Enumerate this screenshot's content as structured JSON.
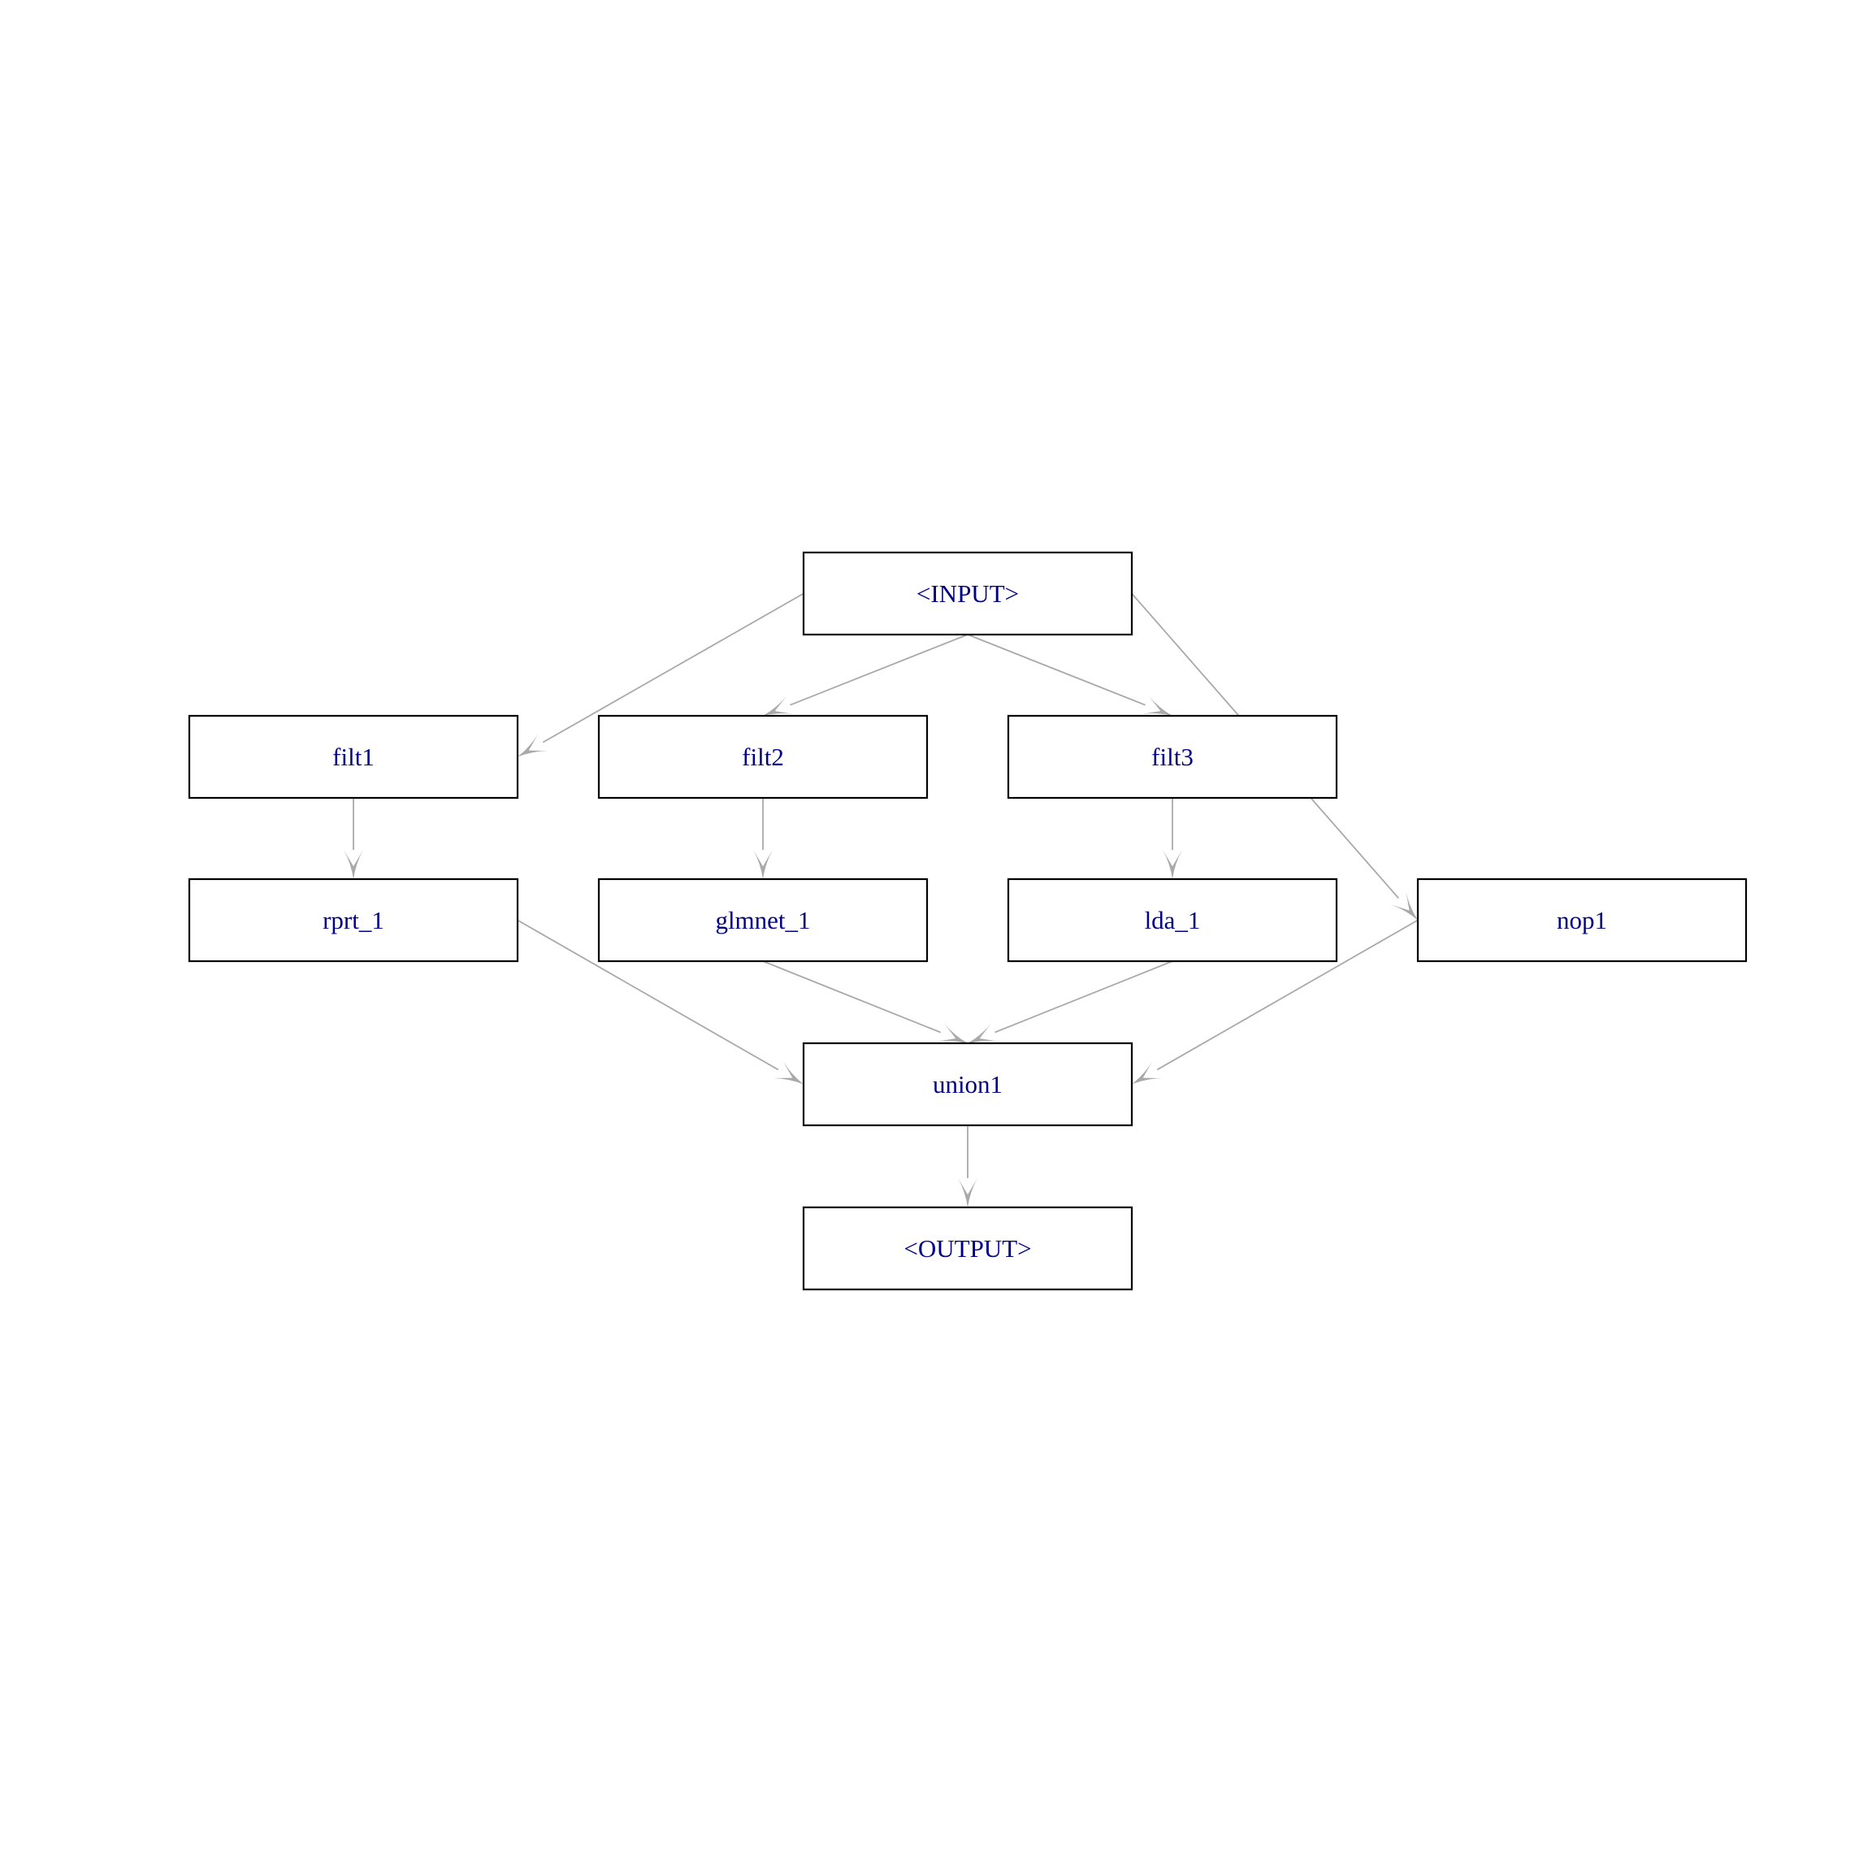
{
  "nodes": [
    {
      "id": "input",
      "label": "<INPUT>"
    },
    {
      "id": "filt1",
      "label": "filt1"
    },
    {
      "id": "filt2",
      "label": "filt2"
    },
    {
      "id": "filt3",
      "label": "filt3"
    },
    {
      "id": "rprt_1",
      "label": "rprt_1"
    },
    {
      "id": "glmnet_1",
      "label": "glmnet_1"
    },
    {
      "id": "lda_1",
      "label": "lda_1"
    },
    {
      "id": "nop1",
      "label": "nop1"
    },
    {
      "id": "union1",
      "label": "union1"
    },
    {
      "id": "output",
      "label": "<OUTPUT>"
    }
  ],
  "edges": [
    [
      "input",
      "filt1"
    ],
    [
      "input",
      "filt2"
    ],
    [
      "input",
      "filt3"
    ],
    [
      "input",
      "nop1"
    ],
    [
      "filt1",
      "rprt_1"
    ],
    [
      "filt2",
      "glmnet_1"
    ],
    [
      "filt3",
      "lda_1"
    ],
    [
      "rprt_1",
      "union1"
    ],
    [
      "glmnet_1",
      "union1"
    ],
    [
      "lda_1",
      "union1"
    ],
    [
      "nop1",
      "union1"
    ],
    [
      "union1",
      "output"
    ]
  ],
  "colors": {
    "label": "#00008B",
    "edge": "#A9A9A9",
    "border": "#000000"
  }
}
